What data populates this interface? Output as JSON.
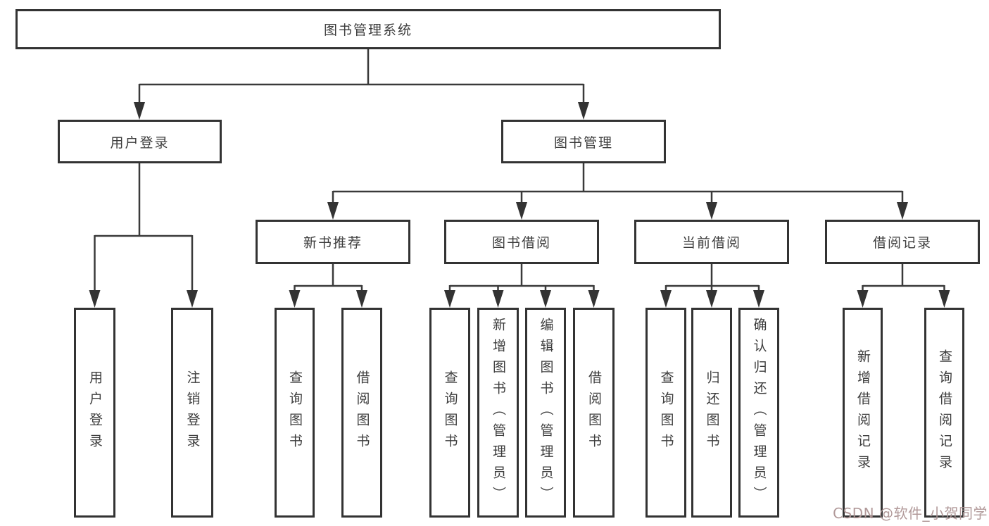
{
  "nodes": {
    "root": {
      "label": "图书管理系统"
    },
    "level2": [
      {
        "id": "user-login",
        "label": "用户登录",
        "parent": "图书管理系统"
      },
      {
        "id": "book-management",
        "label": "图书管理",
        "parent": "图书管理系统"
      }
    ],
    "level3": [
      {
        "id": "new-book-recommend",
        "label": "新书推荐",
        "parent": "图书管理"
      },
      {
        "id": "book-borrowing",
        "label": "图书借阅",
        "parent": "图书管理"
      },
      {
        "id": "current-borrowing",
        "label": "当前借阅",
        "parent": "图书管理"
      },
      {
        "id": "borrowing-records",
        "label": "借阅记录",
        "parent": "图书管理"
      }
    ],
    "leaves": [
      {
        "label": "用户登录",
        "parent": "用户登录"
      },
      {
        "label": "注销登录",
        "parent": "用户登录"
      },
      {
        "label": "查询图书",
        "parent": "新书推荐"
      },
      {
        "label": "借阅图书",
        "parent": "新书推荐"
      },
      {
        "label": "查询图书",
        "parent": "图书借阅"
      },
      {
        "label": "新增图书（管理员）",
        "parent": "图书借阅"
      },
      {
        "label": "编辑图书（管理员）",
        "parent": "图书借阅"
      },
      {
        "label": "借阅图书",
        "parent": "图书借阅"
      },
      {
        "label": "查询图书",
        "parent": "当前借阅"
      },
      {
        "label": "归还图书",
        "parent": "当前借阅"
      },
      {
        "label": "确认归还（管理员）",
        "parent": "当前借阅"
      },
      {
        "label": "新增借阅记录",
        "parent": "借阅记录"
      },
      {
        "label": "查询借阅记录",
        "parent": "借阅记录"
      }
    ]
  },
  "watermark": {
    "text": "CSDN @软件_小贺同学",
    "color": "#ad9494"
  },
  "colors": {
    "background": "#ffffff",
    "box_border": "#333333",
    "connector": "#3a3a3a",
    "text": "#3d3d3d"
  }
}
